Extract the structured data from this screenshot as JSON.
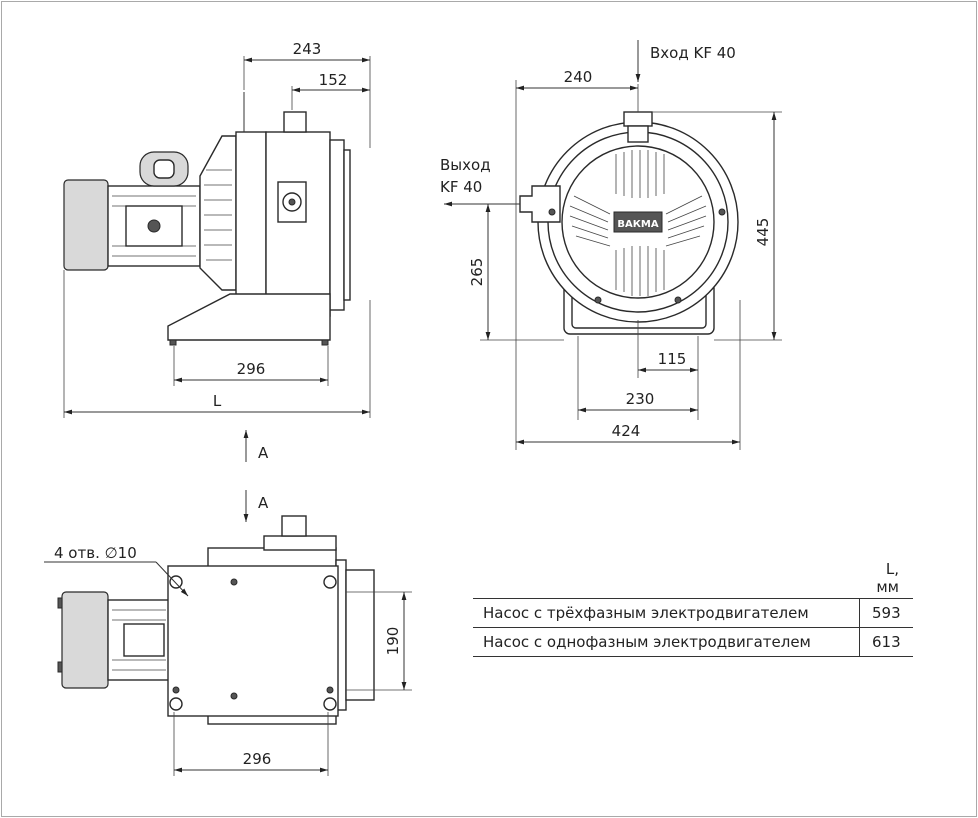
{
  "colors": {
    "line": "#2a2a2a",
    "shade": "#d9d9d9",
    "frame": "#a9a9a9"
  },
  "dims": {
    "d243": "243",
    "d152": "152",
    "d296_side": "296",
    "dL": "L",
    "d240": "240",
    "d445": "445",
    "d265": "265",
    "d115": "115",
    "d230": "230",
    "d424": "424",
    "d190": "190",
    "d296_top": "296"
  },
  "labels": {
    "inlet": "Вход KF 40",
    "outlet_line1": "Выход",
    "outlet_line2": "KF 40",
    "view_a_top": "A",
    "view_a_bottom": "A",
    "holes": "4 отв. ∅10",
    "logo": "ВАКМА"
  },
  "table": {
    "header": "L, мм",
    "rows": [
      {
        "name": "Насос с трёхфазным электродвигателем",
        "value": "593"
      },
      {
        "name": "Насос с однофазным электродвигателем",
        "value": "613"
      }
    ]
  }
}
